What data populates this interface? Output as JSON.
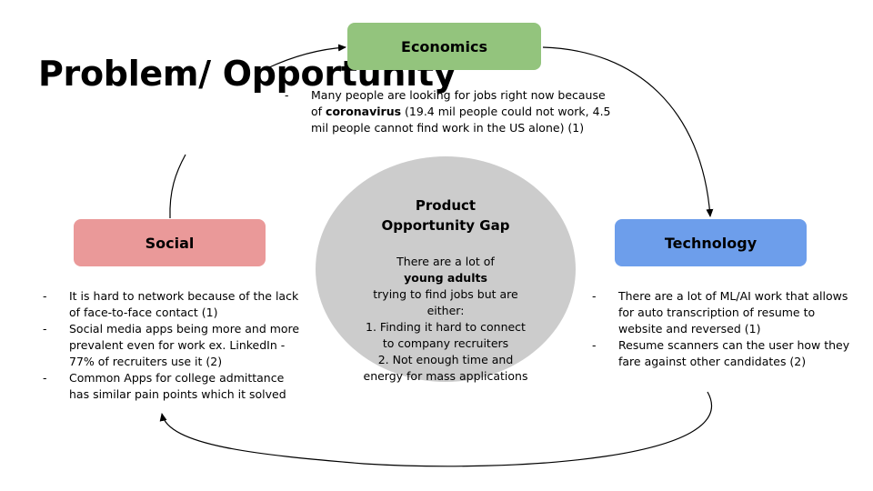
{
  "title": "Problem/ Opportunity",
  "economics": {
    "label": "Economics",
    "bullets": [
      {
        "pre": "Many people are looking for jobs right now because of ",
        "bold": "coronavirus",
        "post": " (19.4 mil people could not work, 4.5 mil people cannot find work in the US alone) (1)"
      }
    ]
  },
  "social": {
    "label": "Social",
    "bullets": [
      "It is hard to network because of the lack of face-to-face contact (1)",
      "Social media apps being more and more prevalent even for work ex. LinkedIn - 77% of recruiters use it (2)",
      "Common Apps for college admittance has similar pain points which it solved"
    ]
  },
  "technology": {
    "label": "Technology",
    "bullets": [
      "There are a lot of ML/AI work that allows for auto transcription of resume to website and reversed (1)",
      "Resume scanners can the user how they fare against other candidates (2)"
    ]
  },
  "gap": {
    "title_line1": "Product",
    "title_line2": "Opportunity Gap",
    "intro_pre": "There are a lot of ",
    "intro_bold": "young adults",
    "intro_post": " trying to find jobs but are either:",
    "point1": "1. Finding it hard to connect to company recruiters",
    "point2": "2. Not enough time and energy for mass applications"
  },
  "colors": {
    "economics": "#93c47d",
    "social": "#ea9999",
    "technology": "#6d9eeb",
    "circle": "#cccccc"
  }
}
